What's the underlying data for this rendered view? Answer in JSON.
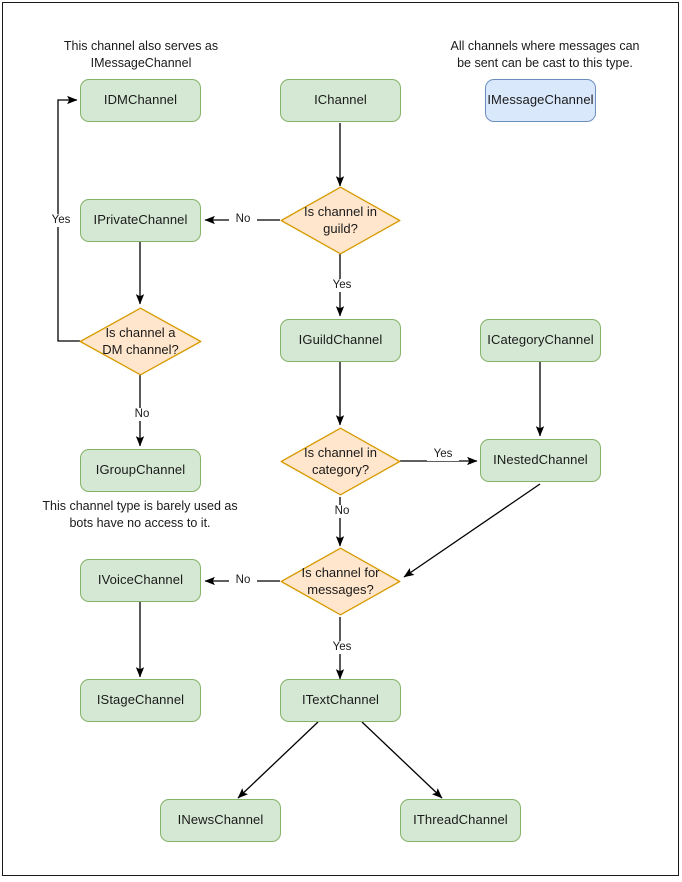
{
  "diagram": {
    "title": "Discord channel interface hierarchy flowchart",
    "colors": {
      "green_fill": "#d5e8d4",
      "green_stroke": "#82b366",
      "orange_fill": "#ffe6cc",
      "orange_stroke": "#d79b00",
      "blue_fill": "#dae8fc",
      "blue_stroke": "#6c8ebf",
      "edge_stroke": "#000000",
      "frame_stroke": "#1a1a1a",
      "text": "#1a1a1a"
    },
    "notes": [
      {
        "id": "note-dm",
        "line1": "This channel also serves as",
        "line2": "IMessageChannel"
      },
      {
        "id": "note-message",
        "line1": "All channels where messages can",
        "line2": "be sent can be cast to this type."
      },
      {
        "id": "note-group",
        "line1": "This channel type is barely used as",
        "line2": "bots have no access to it."
      }
    ],
    "nodes": [
      {
        "id": "idmchannel",
        "label": "IDMChannel",
        "shape": "box",
        "color": "green"
      },
      {
        "id": "ichannel",
        "label": "IChannel",
        "shape": "box",
        "color": "green"
      },
      {
        "id": "imessagechannel",
        "label": "IMessageChannel",
        "shape": "box",
        "color": "blue"
      },
      {
        "id": "iprivatechannel",
        "label": "IPrivateChannel",
        "shape": "box",
        "color": "green"
      },
      {
        "id": "is-channel-in-guild",
        "label": "Is channel in guild?",
        "label_line1": "Is channel in",
        "label_line2": "guild?",
        "shape": "diamond",
        "color": "orange"
      },
      {
        "id": "is-channel-a-dm-channel",
        "label": "Is channel a DM channel?",
        "label_line1": "Is channel a",
        "label_line2": "DM channel?",
        "shape": "diamond",
        "color": "orange"
      },
      {
        "id": "iguildchannel",
        "label": "IGuildChannel",
        "shape": "box",
        "color": "green"
      },
      {
        "id": "icategorychannel",
        "label": "ICategoryChannel",
        "shape": "box",
        "color": "green"
      },
      {
        "id": "igroupchannel",
        "label": "IGroupChannel",
        "shape": "box",
        "color": "green"
      },
      {
        "id": "is-channel-in-category",
        "label": "Is channel in category?",
        "label_line1": "Is channel in",
        "label_line2": "category?",
        "shape": "diamond",
        "color": "orange"
      },
      {
        "id": "inestedchannel",
        "label": "INestedChannel",
        "shape": "box",
        "color": "green"
      },
      {
        "id": "ivoicechannel",
        "label": "IVoiceChannel",
        "shape": "box",
        "color": "green"
      },
      {
        "id": "is-channel-for-messages",
        "label": "Is channel for messages?",
        "label_line1": "Is channel for",
        "label_line2": "messages?",
        "shape": "diamond",
        "color": "orange"
      },
      {
        "id": "istagechannel",
        "label": "IStageChannel",
        "shape": "box",
        "color": "green"
      },
      {
        "id": "itextchannel",
        "label": "ITextChannel",
        "shape": "box",
        "color": "green"
      },
      {
        "id": "inewschannel",
        "label": "INewsChannel",
        "shape": "box",
        "color": "green"
      },
      {
        "id": "ithreadchannel",
        "label": "IThreadChannel",
        "shape": "box",
        "color": "green"
      }
    ],
    "edge_labels": [
      {
        "id": "label-guild-no",
        "text": "No"
      },
      {
        "id": "label-guild-yes",
        "text": "Yes"
      },
      {
        "id": "label-dm-yes",
        "text": "Yes"
      },
      {
        "id": "label-dm-no",
        "text": "No"
      },
      {
        "id": "label-category-yes",
        "text": "Yes"
      },
      {
        "id": "label-category-no",
        "text": "No"
      },
      {
        "id": "label-messages-no",
        "text": "No"
      },
      {
        "id": "label-messages-yes",
        "text": "Yes"
      }
    ],
    "edges": [
      {
        "from": "ichannel",
        "to": "is-channel-in-guild",
        "label": ""
      },
      {
        "from": "is-channel-in-guild",
        "to": "iprivatechannel",
        "label": "No"
      },
      {
        "from": "is-channel-in-guild",
        "to": "iguildchannel",
        "label": "Yes"
      },
      {
        "from": "iprivatechannel",
        "to": "is-channel-a-dm-channel",
        "label": ""
      },
      {
        "from": "is-channel-a-dm-channel",
        "to": "idmchannel",
        "label": "Yes"
      },
      {
        "from": "is-channel-a-dm-channel",
        "to": "igroupchannel",
        "label": "No"
      },
      {
        "from": "iguildchannel",
        "to": "is-channel-in-category",
        "label": ""
      },
      {
        "from": "is-channel-in-category",
        "to": "inestedchannel",
        "label": "Yes"
      },
      {
        "from": "is-channel-in-category",
        "to": "is-channel-for-messages",
        "label": "No"
      },
      {
        "from": "icategorychannel",
        "to": "inestedchannel",
        "label": ""
      },
      {
        "from": "inestedchannel",
        "to": "is-channel-for-messages",
        "label": ""
      },
      {
        "from": "is-channel-for-messages",
        "to": "ivoicechannel",
        "label": "No"
      },
      {
        "from": "is-channel-for-messages",
        "to": "itextchannel",
        "label": "Yes"
      },
      {
        "from": "ivoicechannel",
        "to": "istagechannel",
        "label": ""
      },
      {
        "from": "itextchannel",
        "to": "inewschannel",
        "label": ""
      },
      {
        "from": "itextchannel",
        "to": "ithreadchannel",
        "label": ""
      }
    ]
  }
}
